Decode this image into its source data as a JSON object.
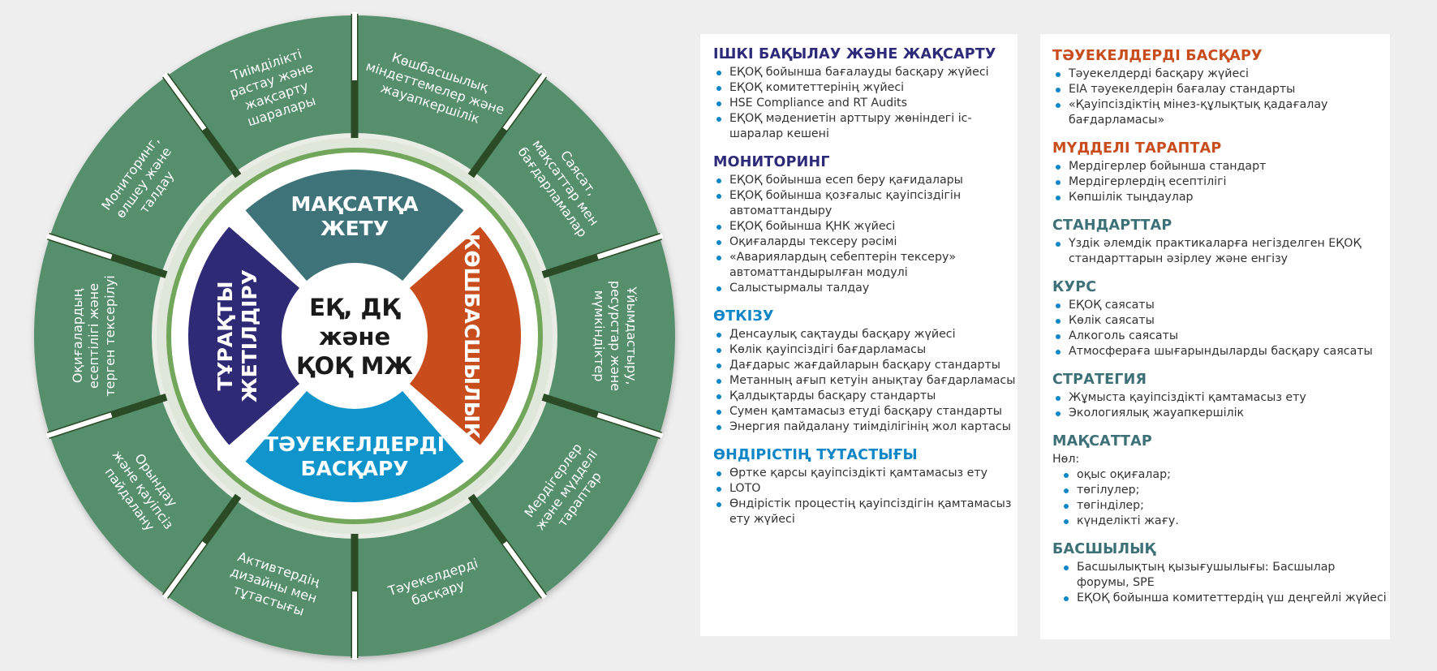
{
  "colors": {
    "outer_ring": "#548f6c",
    "separator": "#2b4a26",
    "mid_ring": "#71a65b",
    "quad_top": "#3e7479",
    "quad_right": "#c84c1c",
    "quad_bottom": "#0f95cc",
    "quad_left": "#2f2a76",
    "heading_navy": "#2e2a7a",
    "heading_blue": "#0e86c7",
    "heading_orange": "#c84c1c",
    "heading_teal": "#3d7077",
    "bullet": "#0e86c7"
  },
  "wheel": {
    "center": [
      "ЕҚ, ДҚ",
      "және",
      "ҚОҚ МЖ"
    ],
    "quadrants": {
      "top": [
        "МАҚСАТҚА",
        "ЖЕТУ"
      ],
      "right": [
        "КӨШБАСШЫЛЫҚ"
      ],
      "bottom": [
        "ТӘУЕКЕЛДЕРДІ",
        "БАСҚАРУ"
      ],
      "left": [
        "ТҰРАҚТЫ",
        "ЖЕТІЛДІРУ"
      ]
    },
    "segments": [
      [
        "Көшбасшылық",
        "міндеттемелер және",
        "жауапкершілік"
      ],
      [
        "Саясат,",
        "мақсаттар мен",
        "бағдарламалар"
      ],
      [
        "Ұйымдастыру,",
        "ресурстар және",
        "мүмкіндіктер"
      ],
      [
        "Мердігерлер",
        "және мүдделі",
        "тараптар"
      ],
      [
        "Тәуекелдерді",
        "басқару"
      ],
      [
        "Активтердің",
        "дизайны мен",
        "тұтастығы"
      ],
      [
        "Орындау",
        "және қауіпсіз",
        "пайдалану"
      ],
      [
        "Оқиғалардың",
        "есептілігі және",
        "терген тексерілуі"
      ],
      [
        "Мониторинг,",
        "өлшеу және",
        "талдау"
      ],
      [
        "Тиімділікті",
        "растау және",
        "жақсарту",
        "шаралары"
      ]
    ]
  },
  "left_panel": [
    {
      "title": "ІШКІ БАҚЫЛАУ ЖӘНЕ ЖАҚСАРТУ",
      "color": "#2e2a7a",
      "items": [
        "ЕҚОҚ бойынша бағалауды басқару жүйесі",
        "ЕҚОҚ комитеттерінің жүйесі",
        "HSE Compliance and RT Audits",
        "ЕҚОҚ мәдениетін арттыру жөніндегі іс-шаралар кешені"
      ]
    },
    {
      "title": "МОНИТОРИНГ",
      "color": "#2e2a7a",
      "items": [
        "ЕҚОҚ бойынша есеп беру қағидалары",
        "ЕҚОҚ бойынша қозғалыс қауіпсіздігін автоматтандыру",
        "ЕҚОҚ бойынша ҚНК жүйесі",
        "Оқиғаларды тексеру рәсімі",
        "«Авариялардың себептерін тексеру» автоматтандырылған модулі",
        "Салыстырмалы талдау"
      ]
    },
    {
      "title": "ӨТКІЗУ",
      "color": "#0e86c7",
      "items": [
        "Денсаулық сақтауды басқару жүйесі",
        "Көлік қауіпсіздігі бағдарламасы",
        "Дағдарыс жағдайларын басқару стандарты",
        "Метанның ағып кетуін анықтау бағдарламасы",
        "Қалдықтарды басқару стандарты",
        "Сумен қамтамасыз етуді басқару стандарты",
        "Энергия пайдалану тиімділігінің жол картасы"
      ]
    },
    {
      "title": "ӨНДІРІСТІҢ ТҰТАСТЫҒЫ",
      "color": "#0e86c7",
      "items": [
        "Өртке қарсы қауіпсіздікті қамтамасыз ету",
        "LOTO",
        "Өндірістік процестің қауіпсіздігін қамтамасыз ету жүйесі"
      ]
    }
  ],
  "right_panel": [
    {
      "title": "ТӘУЕКЕЛДЕРДІ БАСҚАРУ",
      "color": "#c84c1c",
      "items": [
        "Тәуекелдерді басқару жүйесі",
        "EIA тәуекелдерін бағалау стандарты",
        "«Қауіпсіздіктің мінез-құлықтық қадағалау бағдарламасы»"
      ]
    },
    {
      "title": "МҮДДЕЛІ ТАРАПТАР",
      "color": "#c84c1c",
      "items": [
        "Мердігерлер бойынша стандарт",
        "Мердігерлердің есептілігі",
        "Көпшілік тыңдаулар"
      ]
    },
    {
      "title": "СТАНДАРТТАР",
      "color": "#3d7077",
      "items": [
        "Үздік әлемдік практикаларға негізделген ЕҚОҚ стандарттарын әзірлеу және енгізу"
      ]
    },
    {
      "title": "КУРС",
      "color": "#3d7077",
      "items": [
        "ЕҚОҚ саясаты",
        "Көлік саясаты",
        "Алкоголь саясаты",
        "Атмосфераға шығарындыларды басқару саясаты"
      ]
    },
    {
      "title": "СТРАТЕГИЯ",
      "color": "#3d7077",
      "items": [
        "Жұмыста қауіпсіздікті қамтамасыз ету",
        "Экологиялық жауапкершілік"
      ]
    },
    {
      "title": "МАҚСАТТАР",
      "color": "#3d7077",
      "intro": "Нөл:",
      "indented": true,
      "items": [
        "оқыс оқиғалар;",
        "төгілулер;",
        "төгінділер;",
        "күнделікті жағу."
      ]
    },
    {
      "title": "БАСШЫЛЫҚ",
      "color": "#3d7077",
      "indented": true,
      "items": [
        "Басшылықтың қызығушылығы: Басшылар форумы, SPE",
        "ЕҚОҚ бойынша комитеттердің үш деңгейлі жүйесі"
      ]
    }
  ]
}
